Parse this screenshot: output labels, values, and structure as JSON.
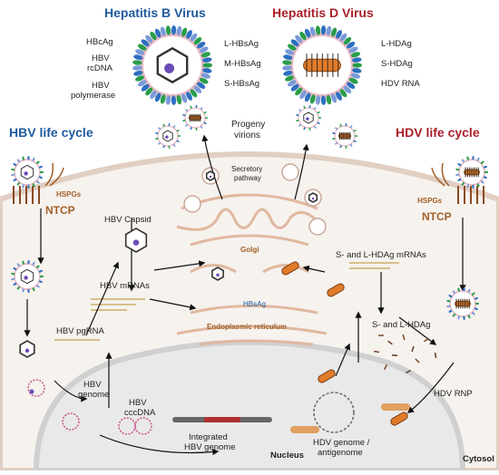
{
  "titles": {
    "hbv_virus": "Hepatitis B Virus",
    "hdv_virus": "Hepatitis D Virus",
    "hbv_cycle": "HBV life cycle",
    "hdv_cycle": "HDV life cycle"
  },
  "hbv_legend": {
    "hbcag": "HBcAg",
    "rcdna_1": "HBV",
    "rcdna_2": "rcDNA",
    "poly_1": "HBV",
    "poly_2": "polymerase"
  },
  "shared_legend": {
    "l_hbsag": "L-HBsAg",
    "m_hbsag": "M-HBsAg",
    "s_hbsag": "S-HBsAg"
  },
  "hdv_legend": {
    "l_hdag": "L-HDAg",
    "s_hdag": "S-HDAg",
    "hdv_rna": "HDV RNA"
  },
  "cell": {
    "progeny_1": "Progeny",
    "progeny_2": "virions",
    "secretory_1": "Secretory",
    "secretory_2": "pathway",
    "golgi": "Golgi",
    "er": "Endoplasmic reticulum",
    "hbsag": "HBsAg",
    "hspgs_left": "HSPGs",
    "ntcp_left": "NTCP",
    "hspgs_right": "HSPGs",
    "ntcp_right": "NTCP",
    "hbv_capsid": "HBV Capsid",
    "hbv_mrnas": "HBV mRNAs",
    "hbv_pgrna": "HBV pgRNA",
    "hbv_genome_1": "HBV",
    "hbv_genome_2": "genome",
    "cccdna_1": "HBV",
    "cccdna_2": "cccDNA",
    "integrated_1": "Integrated",
    "integrated_2": "HBV genome",
    "nucleus": "Nucleus",
    "s_l_mrnas": "S- and L-HDAg mRNAs",
    "s_l_hdag": "S- and L-HDAg",
    "hdv_rnp": "HDV RNP",
    "hdv_genome_1": "HDV genome /",
    "hdv_genome_2": "antigenome",
    "cytosol": "Cytosol"
  },
  "colors": {
    "hbv_blue": "#1f5a9e",
    "hdv_red": "#a8202a",
    "hspg_brown": "#a06028",
    "cytoplasm": "#f6f2ee",
    "nucleus": "#e9e9e9"
  }
}
